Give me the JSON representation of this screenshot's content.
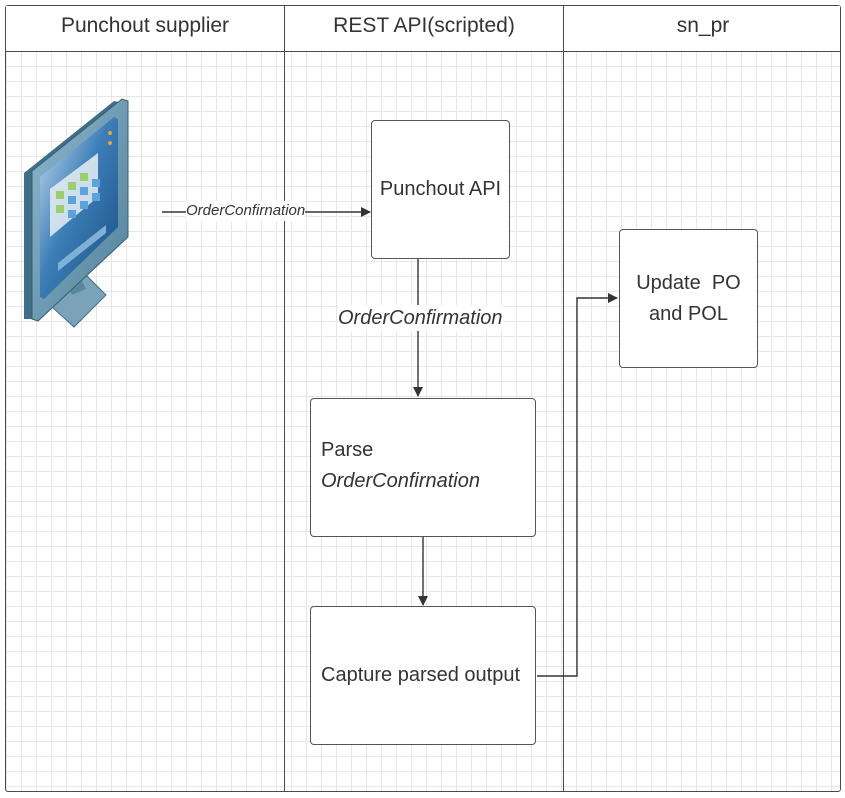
{
  "lanes": [
    {
      "title": "Punchout supplier"
    },
    {
      "title": "REST API(scripted)"
    },
    {
      "title": "sn_pr"
    }
  ],
  "nodes": {
    "supplier": {
      "icon": "computer-monitor-icon"
    },
    "punchout_api": {
      "label": "Punchout API"
    },
    "parse": {
      "line1": "Parse",
      "line2": "OrderConfirnation"
    },
    "capture": {
      "label": "Capture parsed output"
    },
    "update": {
      "line1": "Update  PO",
      "line2": "and POL"
    }
  },
  "edges": {
    "supplier_to_api": {
      "label": "OrderConfirnation"
    },
    "api_to_parse": {
      "label": "OrderConfirmation"
    }
  },
  "colors": {
    "line": "#333333",
    "grid": "#e6e6e6",
    "monitor_frame": "#5e8fa8",
    "screen": "#1f5f99"
  }
}
